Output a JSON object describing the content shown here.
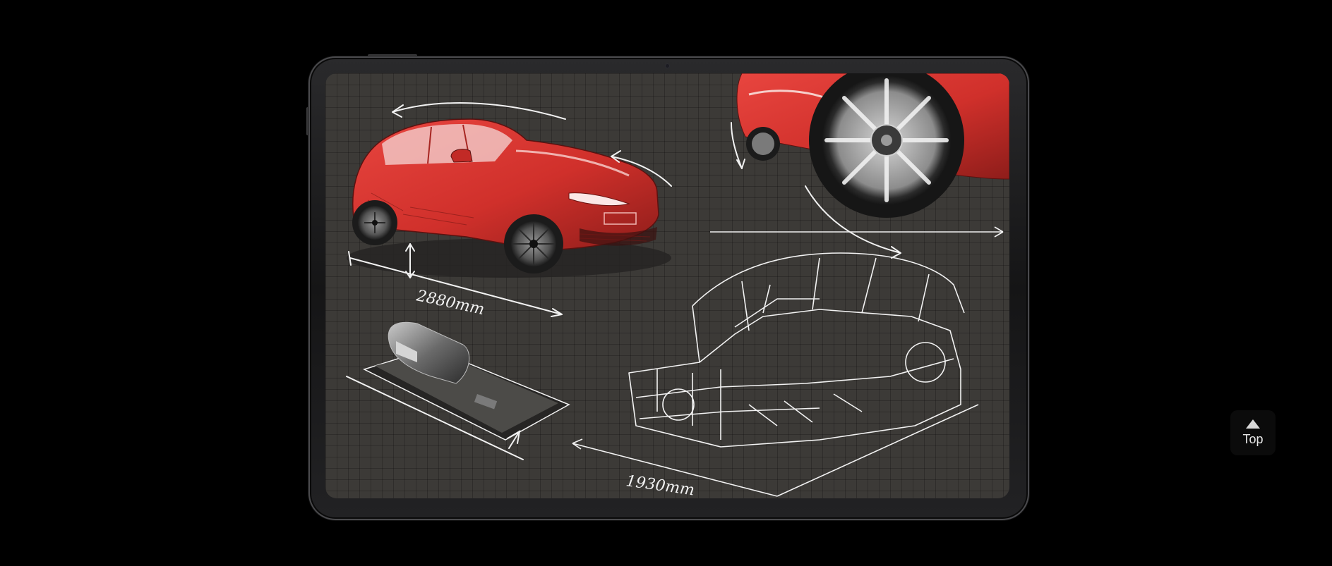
{
  "colors": {
    "page_background": "#000000",
    "sketch_red": "#d9302c",
    "sketch_white": "#f2f2f2",
    "screen_background": "#3c3a37"
  },
  "illustration": {
    "dimension_length": "2880mm",
    "dimension_width": "1930mm"
  },
  "navigation": {
    "back_to_top_label": "Top",
    "back_to_top_icon": "triangle-up-icon"
  }
}
